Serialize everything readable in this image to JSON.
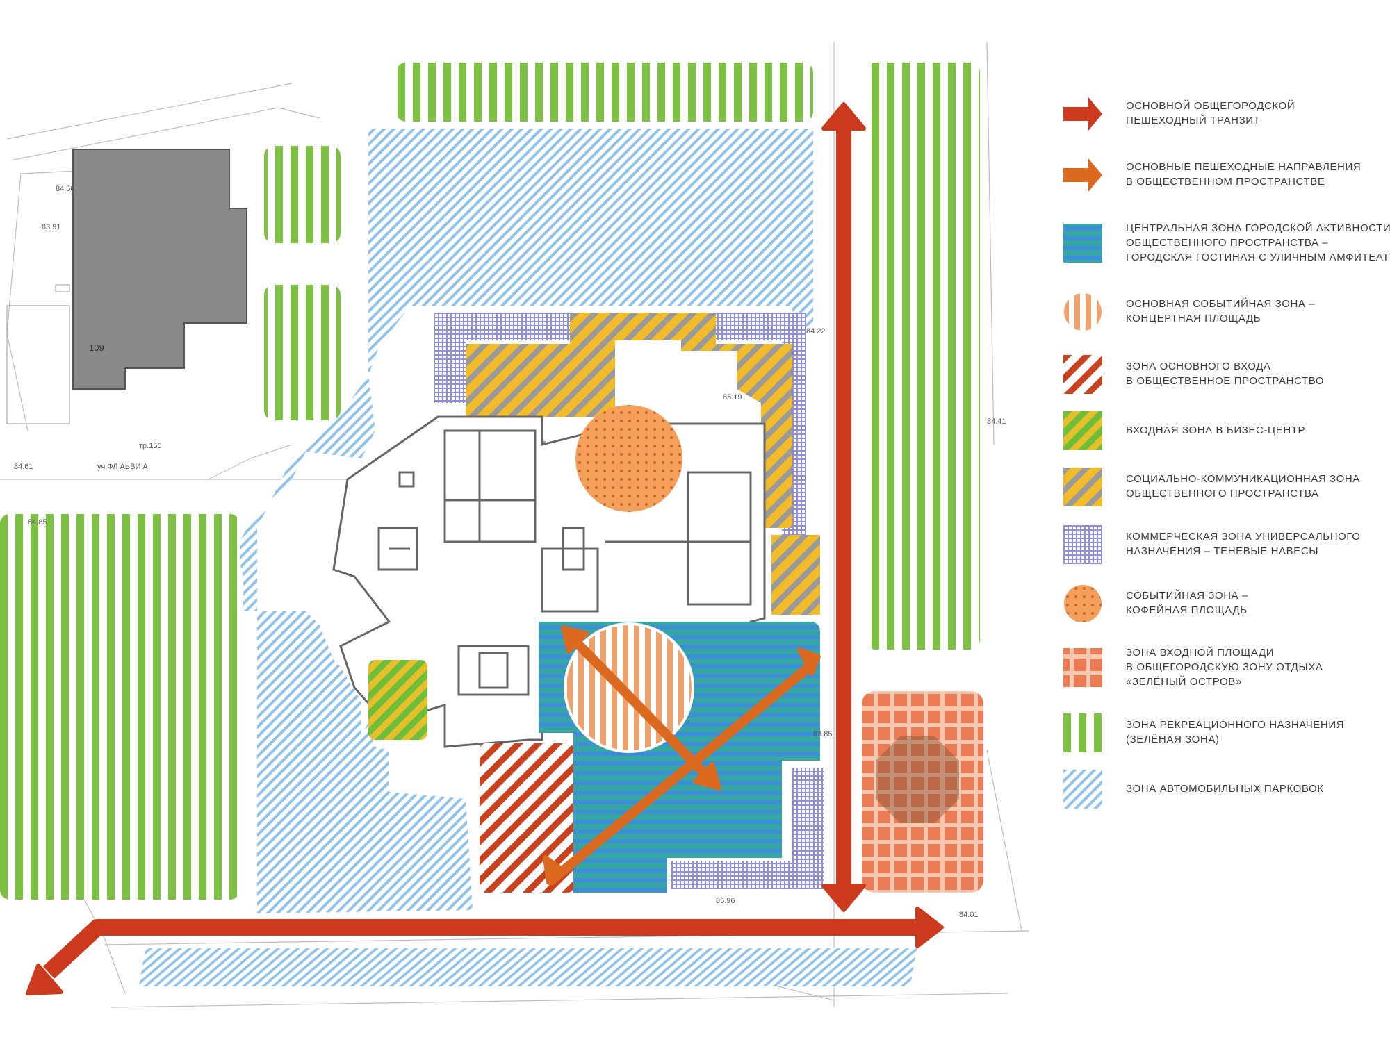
{
  "colors": {
    "transit_red": "#cc3a1e",
    "direction_orange": "#db6a20",
    "central_teal": "#35a6a4",
    "central_blue": "#3c8ed6",
    "concert_orange": "#f0a06a",
    "entry_red": "#c8421e",
    "bc_green": "#6fbe3a",
    "bc_yellow": "#e6c02a",
    "social_yellow": "#f2bb2a",
    "social_grey": "#9a9a9a",
    "commercial_violet": "#8f8fd6",
    "cafe_orange": "#f4a05a",
    "entrance_square": "#ec7a52",
    "recreation_green": "#7dc142",
    "parking_blue": "#8fc3ea",
    "building_grey": "#8a8a8a"
  },
  "map": {
    "building_label": "109",
    "plan_labels": [
      "тр.150",
      "уч.ФЛ АЬВИ А",
      "84.50",
      "83.91",
      "84.85",
      "84.61",
      "85.19",
      "83.85",
      "84.22",
      "84.41",
      "85.96",
      "84.01"
    ]
  },
  "legend": {
    "items": [
      {
        "key": "transit",
        "swatch_icon": "arrow-red",
        "lines": [
          "ОСНОВНОЙ ОБЩЕГОРОДСКОЙ",
          "ПЕШЕХОДНЫЙ ТРАНЗИТ"
        ]
      },
      {
        "key": "directions",
        "swatch_icon": "arrow-orange",
        "lines": [
          "ОСНОВНЫЕ ПЕШЕХОДНЫЕ НАПРАВЛЕНИЯ",
          "В ОБЩЕСТВЕННОМ ПРОСТРАНСТВЕ"
        ]
      },
      {
        "key": "central",
        "swatch_icon": "teal-stripes",
        "lines": [
          "ЦЕНТРАЛЬНАЯ ЗОНА ГОРОДСКОЙ АКТИВНОСТИ",
          "ОБЩЕСТВЕННОГО ПРОСТРАНСТВА –",
          "ГОРОДСКАЯ ГОСТИНАЯ С УЛИЧНЫМ АМФИТЕАТРОМ"
        ]
      },
      {
        "key": "concert",
        "swatch_icon": "orange-vertical-circle",
        "lines": [
          "ОСНОВНАЯ СОБЫТИЙНАЯ ЗОНА –",
          "КОНЦЕРТНАЯ ПЛОЩАДЬ"
        ]
      },
      {
        "key": "main-entry",
        "swatch_icon": "red-diagonal",
        "lines": [
          "ЗОНА ОСНОВНОГО ВХОДА",
          "В ОБЩЕСТВЕННОЕ ПРОСТРАНСТВО"
        ]
      },
      {
        "key": "business-entry",
        "swatch_icon": "green-yellow-diagonal",
        "lines": [
          "ВХОДНАЯ ЗОНА В БИЗЕС-ЦЕНТР"
        ]
      },
      {
        "key": "social",
        "swatch_icon": "yellow-grey-diagonal",
        "lines": [
          "СОЦИАЛЬНО-КОММУНИКАЦИОННАЯ ЗОНА",
          "ОБЩЕСТВЕННОГО ПРОСТРАНСТВА"
        ]
      },
      {
        "key": "commercial",
        "swatch_icon": "violet-grid",
        "lines": [
          "КОММЕРЧЕСКАЯ ЗОНА УНИВЕРСАЛЬНОГО",
          "НАЗНАЧЕНИЯ – ТЕНЕВЫЕ НАВЕСЫ"
        ]
      },
      {
        "key": "cafe",
        "swatch_icon": "orange-dotted-circle",
        "lines": [
          "СОБЫТИЙНАЯ ЗОНА –",
          "КОФЕЙНАЯ ПЛОЩАДЬ"
        ]
      },
      {
        "key": "green-island",
        "swatch_icon": "orange-plaid",
        "lines": [
          "ЗОНА ВХОДНОЙ ПЛОЩАДИ",
          "В ОБЩЕГОРОДСКУЮ ЗОНУ ОТДЫХА",
          "«ЗЕЛЁНЫЙ ОСТРОВ»"
        ]
      },
      {
        "key": "recreation",
        "swatch_icon": "green-vertical-stripes",
        "lines": [
          "ЗОНА РЕКРЕАЦИОННОГО НАЗНАЧЕНИЯ",
          "(ЗЕЛЁНАЯ ЗОНА)"
        ]
      },
      {
        "key": "parking",
        "swatch_icon": "blue-diagonal-hatch",
        "lines": [
          "ЗОНА АВТОМОБИЛЬНЫХ ПАРКОВОК"
        ]
      }
    ]
  }
}
